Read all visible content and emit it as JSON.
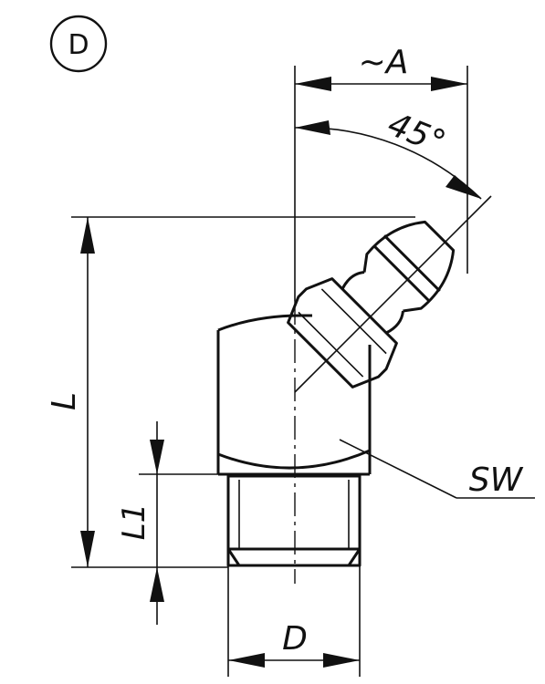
{
  "view_label": "D",
  "dimensions": {
    "approx_a": "~A",
    "angle": "45°",
    "length": "L",
    "thread_length": "L1",
    "wrench_size": "SW",
    "diameter": "D"
  }
}
